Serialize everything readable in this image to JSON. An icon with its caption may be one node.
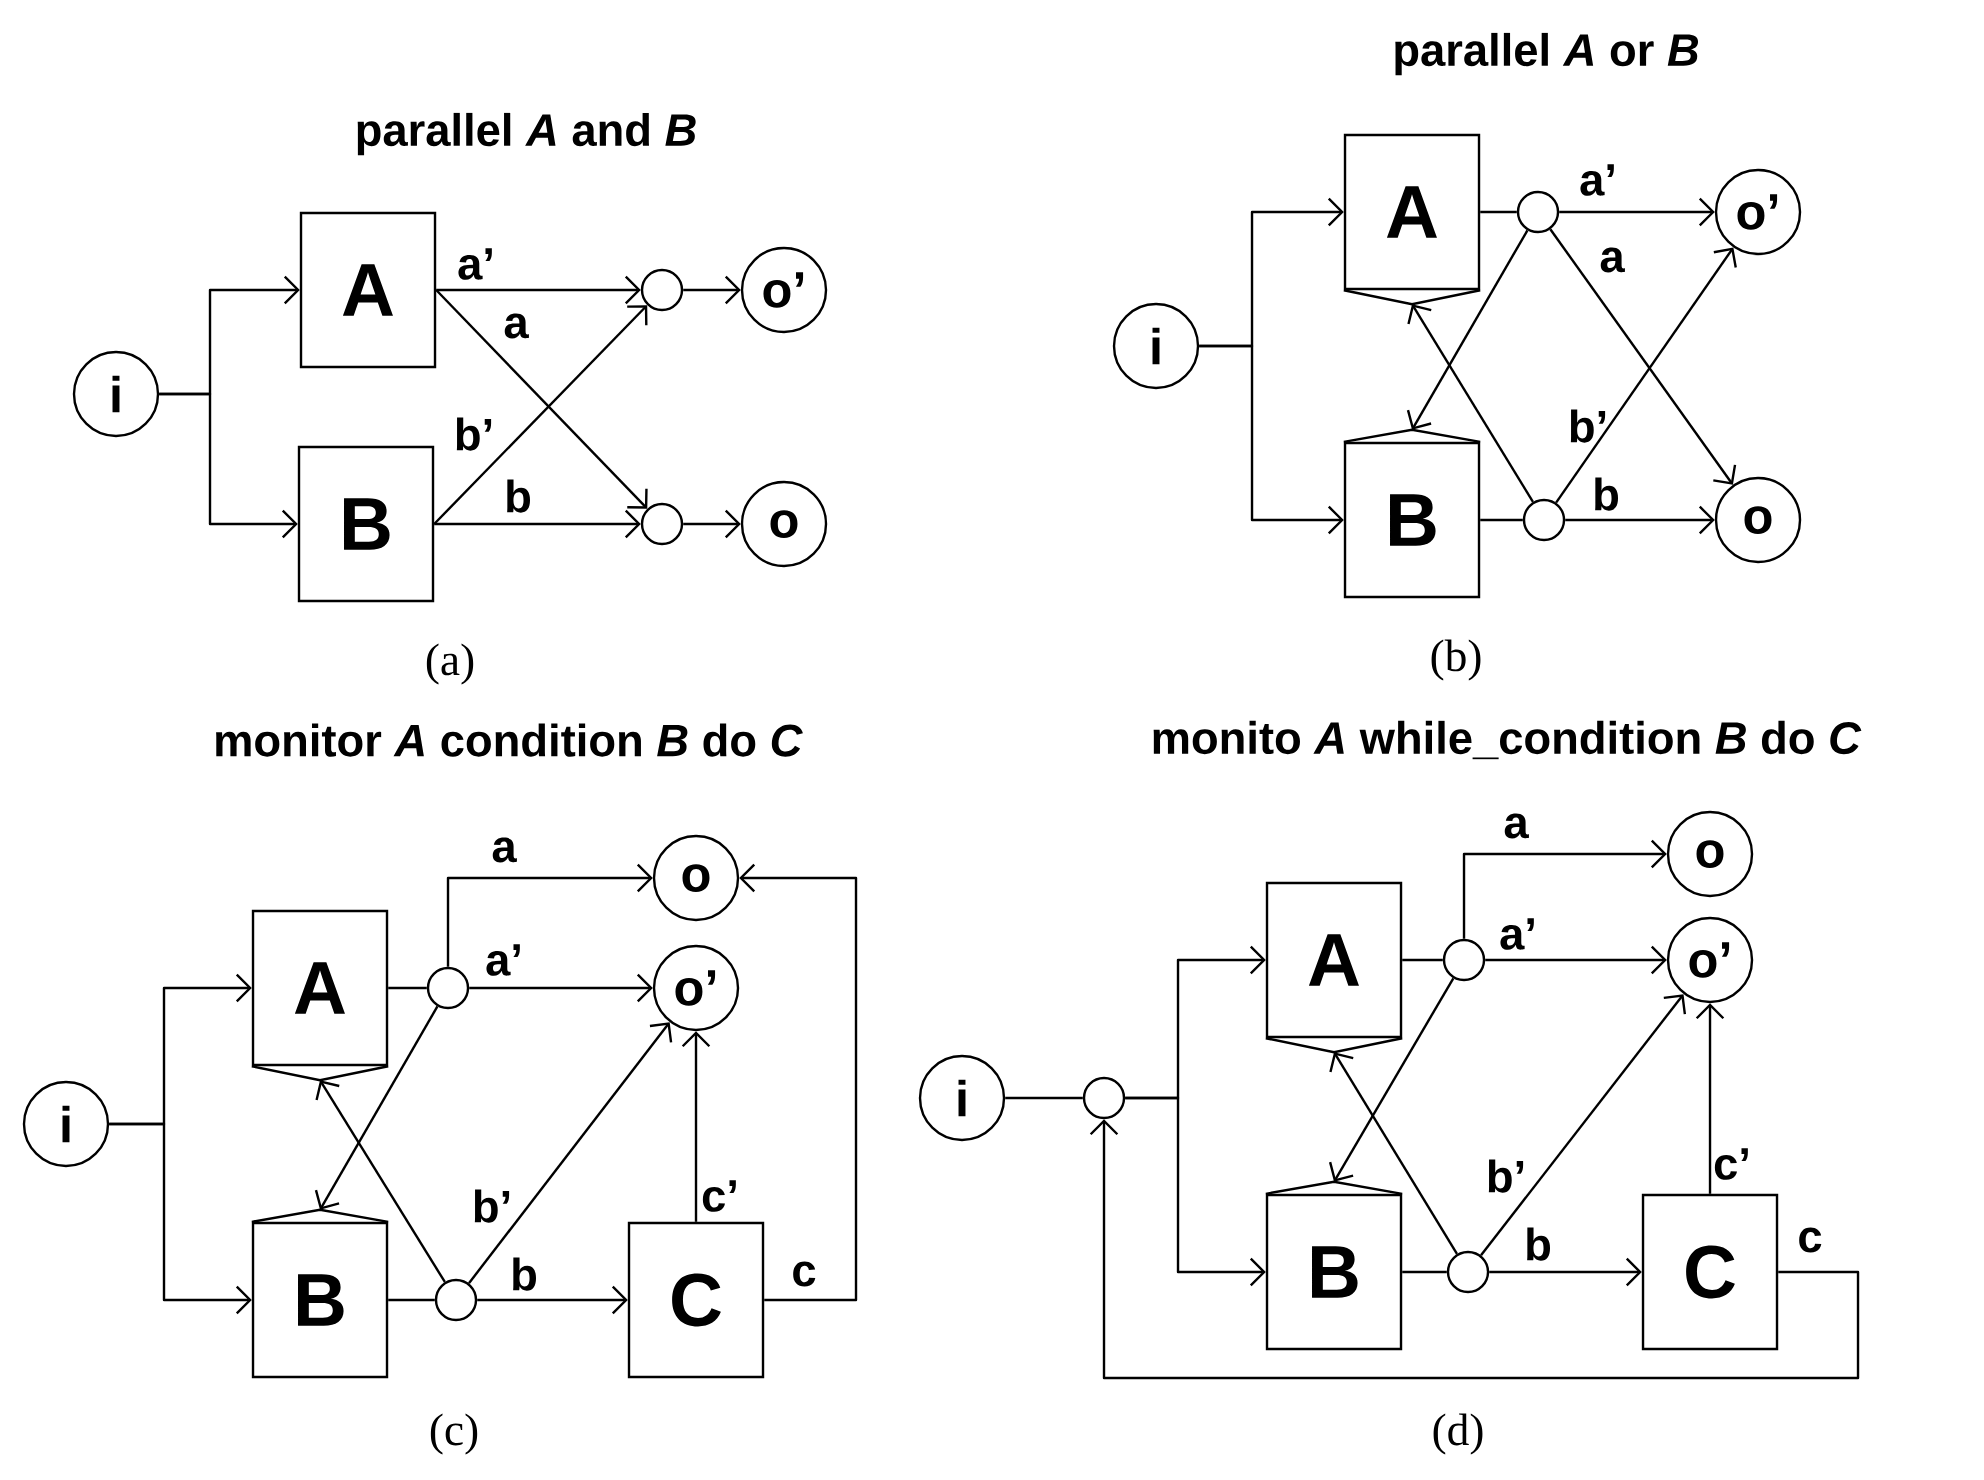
{
  "diagram": {
    "nodes": [
      {
        "text": [
          "i"
        ]
      },
      {
        "text": [
          "A"
        ]
      },
      {
        "text": [
          "B"
        ]
      },
      {
        "text": [],
        "shape": "circle"
      },
      {
        "text": [],
        "shape": "circle"
      },
      {
        "text": [
          "o’"
        ]
      },
      {
        "text": [
          "o"
        ]
      },
      {
        "text": [
          "i"
        ]
      },
      {
        "text": [
          "A"
        ]
      },
      {
        "text": [],
        "shape": "circle"
      },
      {
        "text": [
          "o’"
        ]
      },
      {
        "text": [
          "B"
        ]
      },
      {
        "text": [],
        "shape": "circle"
      },
      {
        "text": [
          "o"
        ]
      },
      {
        "text": [
          "o"
        ]
      },
      {
        "text": [
          "A"
        ]
      },
      {
        "text": [],
        "shape": "circle"
      },
      {
        "text": [
          "o’"
        ]
      },
      {
        "text": [
          "i"
        ]
      },
      {
        "text": [
          "B"
        ]
      },
      {
        "text": [],
        "shape": "circle"
      },
      {
        "text": [
          "C"
        ]
      },
      {
        "text": [
          "o"
        ]
      },
      {
        "text": [
          "A"
        ]
      },
      {
        "text": [],
        "shape": "circle"
      },
      {
        "text": [
          "o’"
        ]
      },
      {
        "text": [
          "i"
        ]
      },
      {
        "text": [],
        "shape": "circle"
      },
      {
        "text": [
          "B"
        ]
      },
      {
        "text": [],
        "shape": "circle"
      },
      {
        "text": [
          "C"
        ]
      }
    ],
    "edges": [
      {
        "from": 0,
        "to": 1,
        "arrow": "to"
      },
      {
        "from": 0,
        "to": 2,
        "arrow": "to"
      },
      {
        "from": 1,
        "to": 3,
        "arrow": "to",
        "label": "a’"
      },
      {
        "from": 1,
        "to": 4,
        "arrow": "to",
        "label": "a"
      },
      {
        "from": 2,
        "to": 3,
        "arrow": "to",
        "label": "b’"
      },
      {
        "from": 2,
        "to": 4,
        "arrow": "to",
        "label": "b"
      },
      {
        "from": 3,
        "to": 5,
        "arrow": "to"
      },
      {
        "from": 4,
        "to": 6,
        "arrow": "to"
      },
      {
        "from": 7,
        "to": 8,
        "arrow": "to"
      },
      {
        "from": 7,
        "to": 11,
        "arrow": "to"
      },
      {
        "from": 8,
        "to": 9,
        "arrow": "none"
      },
      {
        "from": 11,
        "to": 12,
        "arrow": "none"
      },
      {
        "from": 9,
        "to": 10,
        "arrow": "to",
        "label": "a’"
      },
      {
        "from": 9,
        "to": 13,
        "arrow": "to",
        "label": "a"
      },
      {
        "from": 9,
        "to": 11,
        "arrow": "to"
      },
      {
        "from": 12,
        "to": 10,
        "arrow": "to",
        "label": "b’"
      },
      {
        "from": 12,
        "to": 13,
        "arrow": "to",
        "label": "b"
      },
      {
        "from": 12,
        "to": 8,
        "arrow": "to"
      },
      {
        "from": 18,
        "to": 15,
        "arrow": "to"
      },
      {
        "from": 18,
        "to": 19,
        "arrow": "to"
      },
      {
        "from": 15,
        "to": 16,
        "arrow": "none"
      },
      {
        "from": 19,
        "to": 20,
        "arrow": "none"
      },
      {
        "from": 16,
        "to": 14,
        "arrow": "to",
        "label": "a"
      },
      {
        "from": 16,
        "to": 17,
        "arrow": "to",
        "label": "a’"
      },
      {
        "from": 16,
        "to": 19,
        "arrow": "to"
      },
      {
        "from": 20,
        "to": 15,
        "arrow": "to"
      },
      {
        "from": 20,
        "to": 17,
        "arrow": "to",
        "label": "b’"
      },
      {
        "from": 20,
        "to": 21,
        "arrow": "to",
        "label": "b"
      },
      {
        "from": 21,
        "to": 17,
        "arrow": "to",
        "label": "c’"
      },
      {
        "from": 21,
        "to": 14,
        "arrow": "to",
        "label": "c"
      },
      {
        "from": 26,
        "to": 27,
        "arrow": "none"
      },
      {
        "from": 27,
        "to": 23,
        "arrow": "to"
      },
      {
        "from": 27,
        "to": 28,
        "arrow": "to"
      },
      {
        "from": 23,
        "to": 24,
        "arrow": "none"
      },
      {
        "from": 28,
        "to": 29,
        "arrow": "none"
      },
      {
        "from": 24,
        "to": 22,
        "arrow": "to",
        "label": "a"
      },
      {
        "from": 24,
        "to": 25,
        "arrow": "to",
        "label": "a’"
      },
      {
        "from": 24,
        "to": 28,
        "arrow": "to"
      },
      {
        "from": 29,
        "to": 23,
        "arrow": "to"
      },
      {
        "from": 29,
        "to": 25,
        "arrow": "to",
        "label": "b’"
      },
      {
        "from": 29,
        "to": 30,
        "arrow": "to",
        "label": "b"
      },
      {
        "from": 30,
        "to": 25,
        "arrow": "to",
        "label": "c’"
      },
      {
        "from": 30,
        "to": 27,
        "arrow": "to",
        "label": "c"
      }
    ],
    "labels": [
      "parallel *A* and *B*",
      "parallel *A* or *B*",
      "(a)",
      "(b)",
      "monitor *A* condition *B* do *C*",
      "monito *A* while_condition *B* do *C*",
      "(c)",
      "(d)"
    ]
  }
}
